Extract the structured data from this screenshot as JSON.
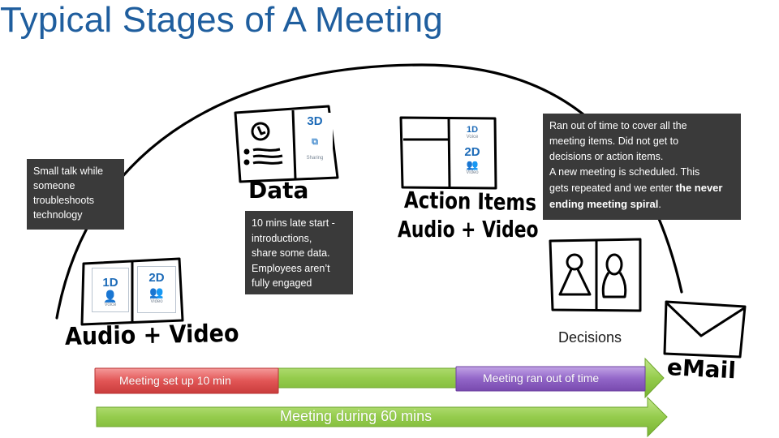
{
  "title": "Typical Stages of A Meeting",
  "callouts": {
    "small_talk": [
      "Small talk while",
      "someone",
      "troubleshoots",
      "technology"
    ],
    "late_start": [
      "10 mins late start -",
      "introductions,",
      "share some data.",
      "Employees aren’t",
      "fully engaged"
    ],
    "ran_out": {
      "lines": [
        "Ran out of time to cover all the",
        "meeting items. Did not get to",
        "decisions or action items.",
        "A new meeting is scheduled. This",
        "gets repeated and we enter "
      ],
      "emphasis": "the never ending meeting spiral",
      "end": "."
    }
  },
  "handwritten": {
    "audio_video": "Audio + Video",
    "data": "Data",
    "action_items": "Action Items",
    "audio_video_2": "Audio + Video",
    "email": "eMail"
  },
  "tiles": {
    "voice": {
      "code": "1D",
      "caption": "Voice"
    },
    "video": {
      "code": "2D",
      "caption": "Video"
    },
    "sharing": {
      "code": "3D",
      "caption": "Sharing"
    }
  },
  "decisions_label": "Decisions",
  "timeline": {
    "setup": "Meeting set up 10 min",
    "ran_out": "Meeting ran out of time",
    "during": "Meeting during 60 mins"
  },
  "colors": {
    "title": "#1f5e9e",
    "callout_bg": "#3a3a3a",
    "green_bar": "#8cc63e",
    "red_bar": "#e04a4a",
    "purple_bar": "#8a5cc2"
  }
}
